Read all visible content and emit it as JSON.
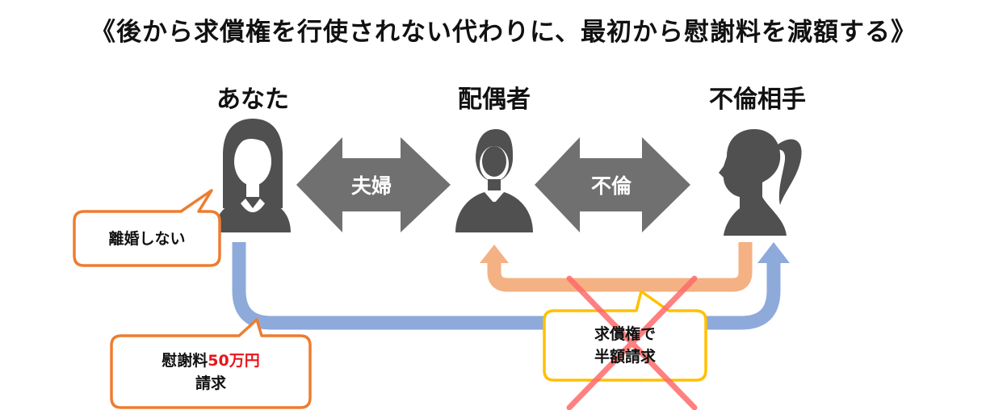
{
  "title": "《後から求償権を行使されない代わりに、最初から慰謝料を減額する》",
  "people": {
    "you": {
      "label": "あなた",
      "icon": "woman-silhouette-icon"
    },
    "spouse": {
      "label": "配偶者",
      "icon": "man-in-suit-icon"
    },
    "partner": {
      "label": "不倫相手",
      "icon": "woman-ponytail-profile-icon"
    }
  },
  "relations": {
    "marriage": "夫婦",
    "affair": "不倫"
  },
  "bubbles": {
    "no_divorce": "離婚しない",
    "claim_prefix": "慰謝料",
    "claim_amount": "50万円",
    "claim_suffix": "請求",
    "recourse_line1": "求償権で",
    "recourse_line2": "半額請求"
  },
  "colors": {
    "arrow_gray": "#707070",
    "icon_dark": "#505050",
    "flow_blue": "#8eaadb",
    "flow_orange": "#f4b183",
    "bubble_orange": "#ed7d31",
    "bubble_yellow": "#ffc000",
    "cross_red": "#ff6b6b",
    "amount_red": "#e8141b"
  }
}
